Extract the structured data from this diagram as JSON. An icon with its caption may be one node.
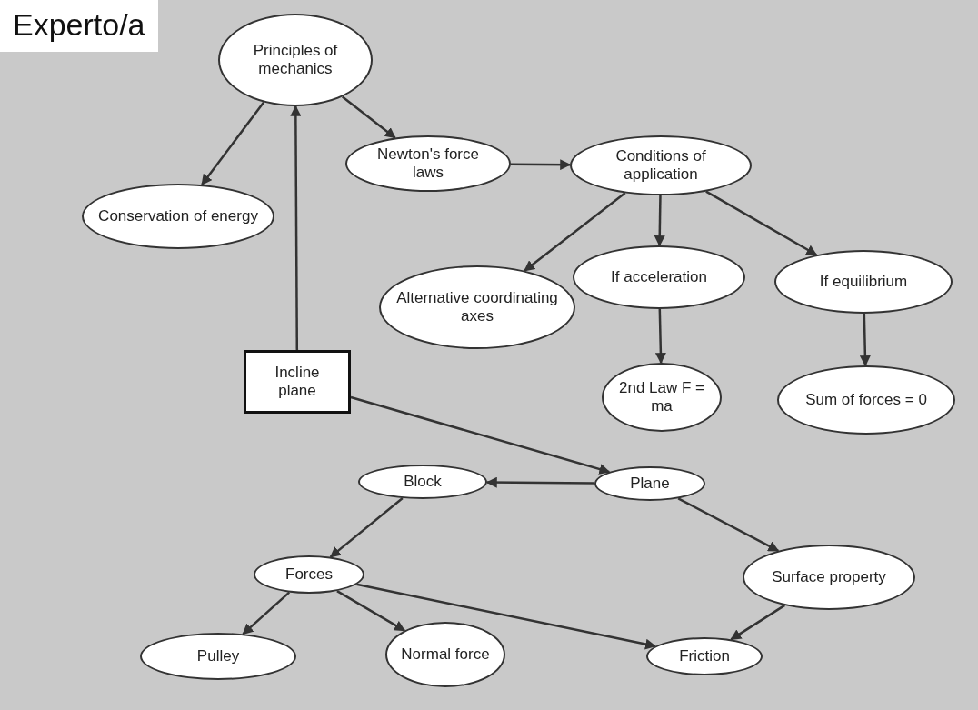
{
  "diagram": {
    "title": "Experto/a",
    "nodes": [
      {
        "text": [
          "Principles of mechanics"
        ]
      },
      {
        "text": [
          "Newton's force laws"
        ]
      },
      {
        "text": [
          "Conditions of application"
        ]
      },
      {
        "text": [
          "Conservation of energy"
        ]
      },
      {
        "text": [
          "Alternative coordinating axes"
        ]
      },
      {
        "text": [
          "If acceleration"
        ]
      },
      {
        "text": [
          "If equilibrium"
        ]
      },
      {
        "text": [
          "Incline plane"
        ]
      },
      {
        "text": [
          "2nd Law F = ma"
        ]
      },
      {
        "text": [
          "Sum of forces = 0"
        ]
      },
      {
        "text": [
          "Block"
        ]
      },
      {
        "text": [
          "Plane"
        ]
      },
      {
        "text": [
          "Forces"
        ]
      },
      {
        "text": [
          "Surface property"
        ]
      },
      {
        "text": [
          "Pulley"
        ]
      },
      {
        "text": [
          "Normal force"
        ]
      },
      {
        "text": [
          "Friction"
        ]
      }
    ],
    "edges": [
      {
        "from": 0,
        "to": 3,
        "arrow": "to"
      },
      {
        "from": 0,
        "to": 1,
        "arrow": "to"
      },
      {
        "from": 7,
        "to": 0,
        "arrow": "to"
      },
      {
        "from": 1,
        "to": 2,
        "arrow": "to"
      },
      {
        "from": 2,
        "to": 4,
        "arrow": "to"
      },
      {
        "from": 2,
        "to": 5,
        "arrow": "to"
      },
      {
        "from": 2,
        "to": 6,
        "arrow": "to"
      },
      {
        "from": 5,
        "to": 8,
        "arrow": "to"
      },
      {
        "from": 6,
        "to": 9,
        "arrow": "to"
      },
      {
        "from": 7,
        "to": 11,
        "arrow": "to"
      },
      {
        "from": 11,
        "to": 10,
        "arrow": "to"
      },
      {
        "from": 11,
        "to": 13,
        "arrow": "to"
      },
      {
        "from": 10,
        "to": 12,
        "arrow": "to"
      },
      {
        "from": 12,
        "to": 14,
        "arrow": "to"
      },
      {
        "from": 12,
        "to": 15,
        "arrow": "to"
      },
      {
        "from": 12,
        "to": 16,
        "arrow": "to"
      },
      {
        "from": 13,
        "to": 16,
        "arrow": "to"
      }
    ]
  }
}
